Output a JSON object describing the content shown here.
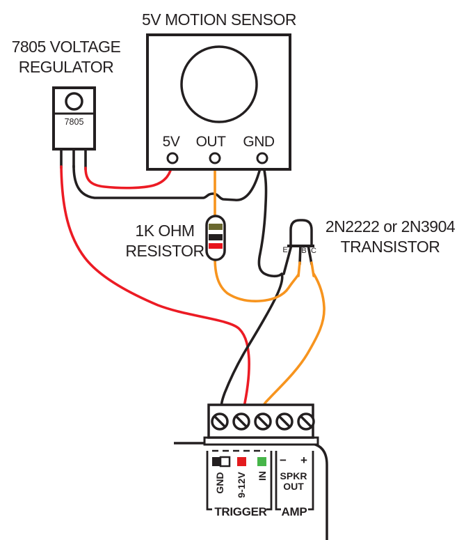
{
  "diagram": {
    "regulator": {
      "title_line1": "7805 VOLTAGE",
      "title_line2": "REGULATOR",
      "part_label": "7805"
    },
    "sensor": {
      "title": "5V MOTION SENSOR",
      "pin_power": "5V",
      "pin_out": "OUT",
      "pin_gnd": "GND"
    },
    "resistor": {
      "label_line1": "1K OHM",
      "label_line2": "RESISTOR",
      "bands": [
        "#6A682F",
        "#231F20",
        "#E8141C"
      ]
    },
    "transistor": {
      "title_line1": "2N2222 or 2N3904",
      "title_line2": "TRANSISTOR",
      "pin_e": "E",
      "pin_b": "B",
      "pin_c": "C"
    },
    "amp_board": {
      "trigger_section": {
        "label": "TRIGGER",
        "terminals": [
          {
            "name": "GND",
            "color": "#231F20"
          },
          {
            "name": "9-12V",
            "color": "#E31B1E"
          },
          {
            "name": "IN",
            "color": "#46B549"
          }
        ]
      },
      "amp_section": {
        "label": "AMP",
        "minus": "−",
        "plus": "+",
        "spkr_line1": "SPKR",
        "spkr_line2": "OUT"
      }
    },
    "wires": {
      "red": "#EC1B24",
      "orange": "#F7941E",
      "black": "#231F20"
    }
  }
}
